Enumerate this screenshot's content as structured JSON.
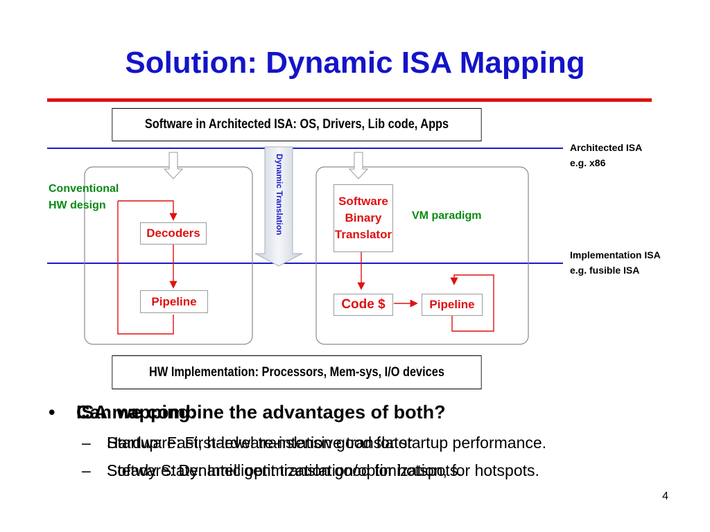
{
  "title": "Solution: Dynamic ISA Mapping",
  "boxes": {
    "software": "Software in Architected ISA: OS, Drivers, Lib code, Apps",
    "hardware": "HW Implementation: Processors, Mem-sys, I/O devices"
  },
  "labels": {
    "arch_isa_1": "Architected ISA",
    "arch_isa_2": "e.g. x86",
    "impl_isa_1": "Implementation ISA",
    "impl_isa_2": "e.g. fusible ISA",
    "conventional_1": "Conventional",
    "conventional_2": "HW design",
    "vm_paradigm": "VM paradigm",
    "dynamic_translation": "Dynamic Translation"
  },
  "left_panel": {
    "decoders": "Decoders",
    "pipeline": "Pipeline"
  },
  "right_panel": {
    "sbt_1": "Software",
    "sbt_2": "Binary",
    "sbt_3": "Translator",
    "code_cache": "Code $",
    "pipeline": "Pipeline"
  },
  "bullets": {
    "main_a": "ISA mapping:",
    "main_b": "Can we combine the advantages of both?",
    "sub1_a": "Hardware: First-level translation good for startup performance.",
    "sub1_b": "Startup: Fast, hardware-intensive translator",
    "sub2_a": "Software: Dynamic optimization good for hotspots.",
    "sub2_b": "Steady State: Intelligent translation/optimization, for hotspots."
  },
  "page_number": "4",
  "colors": {
    "title": "#1414c8",
    "rule": "#e01010",
    "isa_line": "#1a1acc",
    "accent_red": "#e01010",
    "accent_green": "#0a8a12"
  }
}
